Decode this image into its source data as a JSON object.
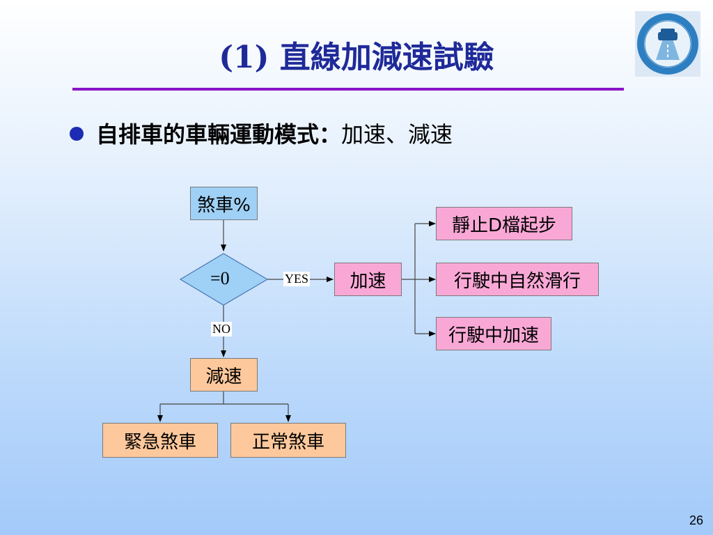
{
  "slide": {
    "title": "(1) 直線加減速試驗",
    "bullet": {
      "strong": "自排車的車輛運動模式：",
      "normal": "加速、減速"
    },
    "page_number": "26"
  },
  "colors": {
    "title": "#1f2a99",
    "rule": "#8a13c6",
    "blue_box": "#9fd0f5",
    "pink_box": "#f9a8d6",
    "orange_box": "#fdc89c",
    "diamond": "#9fd0f5"
  },
  "flowchart": {
    "start": "煞車%",
    "decision": "=0",
    "yes_label": "YES",
    "no_label": "NO",
    "accelerate": "加速",
    "accel_modes": [
      "靜止D檔起步",
      "行駛中自然滑行",
      "行駛中加速"
    ],
    "decelerate": "減速",
    "decel_modes": [
      "緊急煞車",
      "正常煞車"
    ]
  },
  "logo": {
    "icon": "vehicle-research-center-logo-icon"
  }
}
